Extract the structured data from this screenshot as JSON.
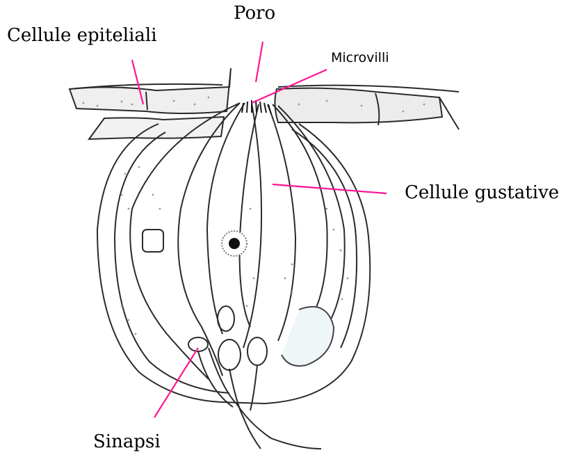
{
  "labels": {
    "cellule_epiteliali": "Cellule epiteliali",
    "poro": "Poro",
    "microvilli": "Microvilli",
    "cellule_gustative": "Cellule gustative",
    "sinapsi": "Sinapsi"
  },
  "colors": {
    "leader_line": "#ff1493",
    "outline": "#2a2a2a",
    "epithelium_fill": "#ececec",
    "stipple": "#9a9a9a"
  }
}
